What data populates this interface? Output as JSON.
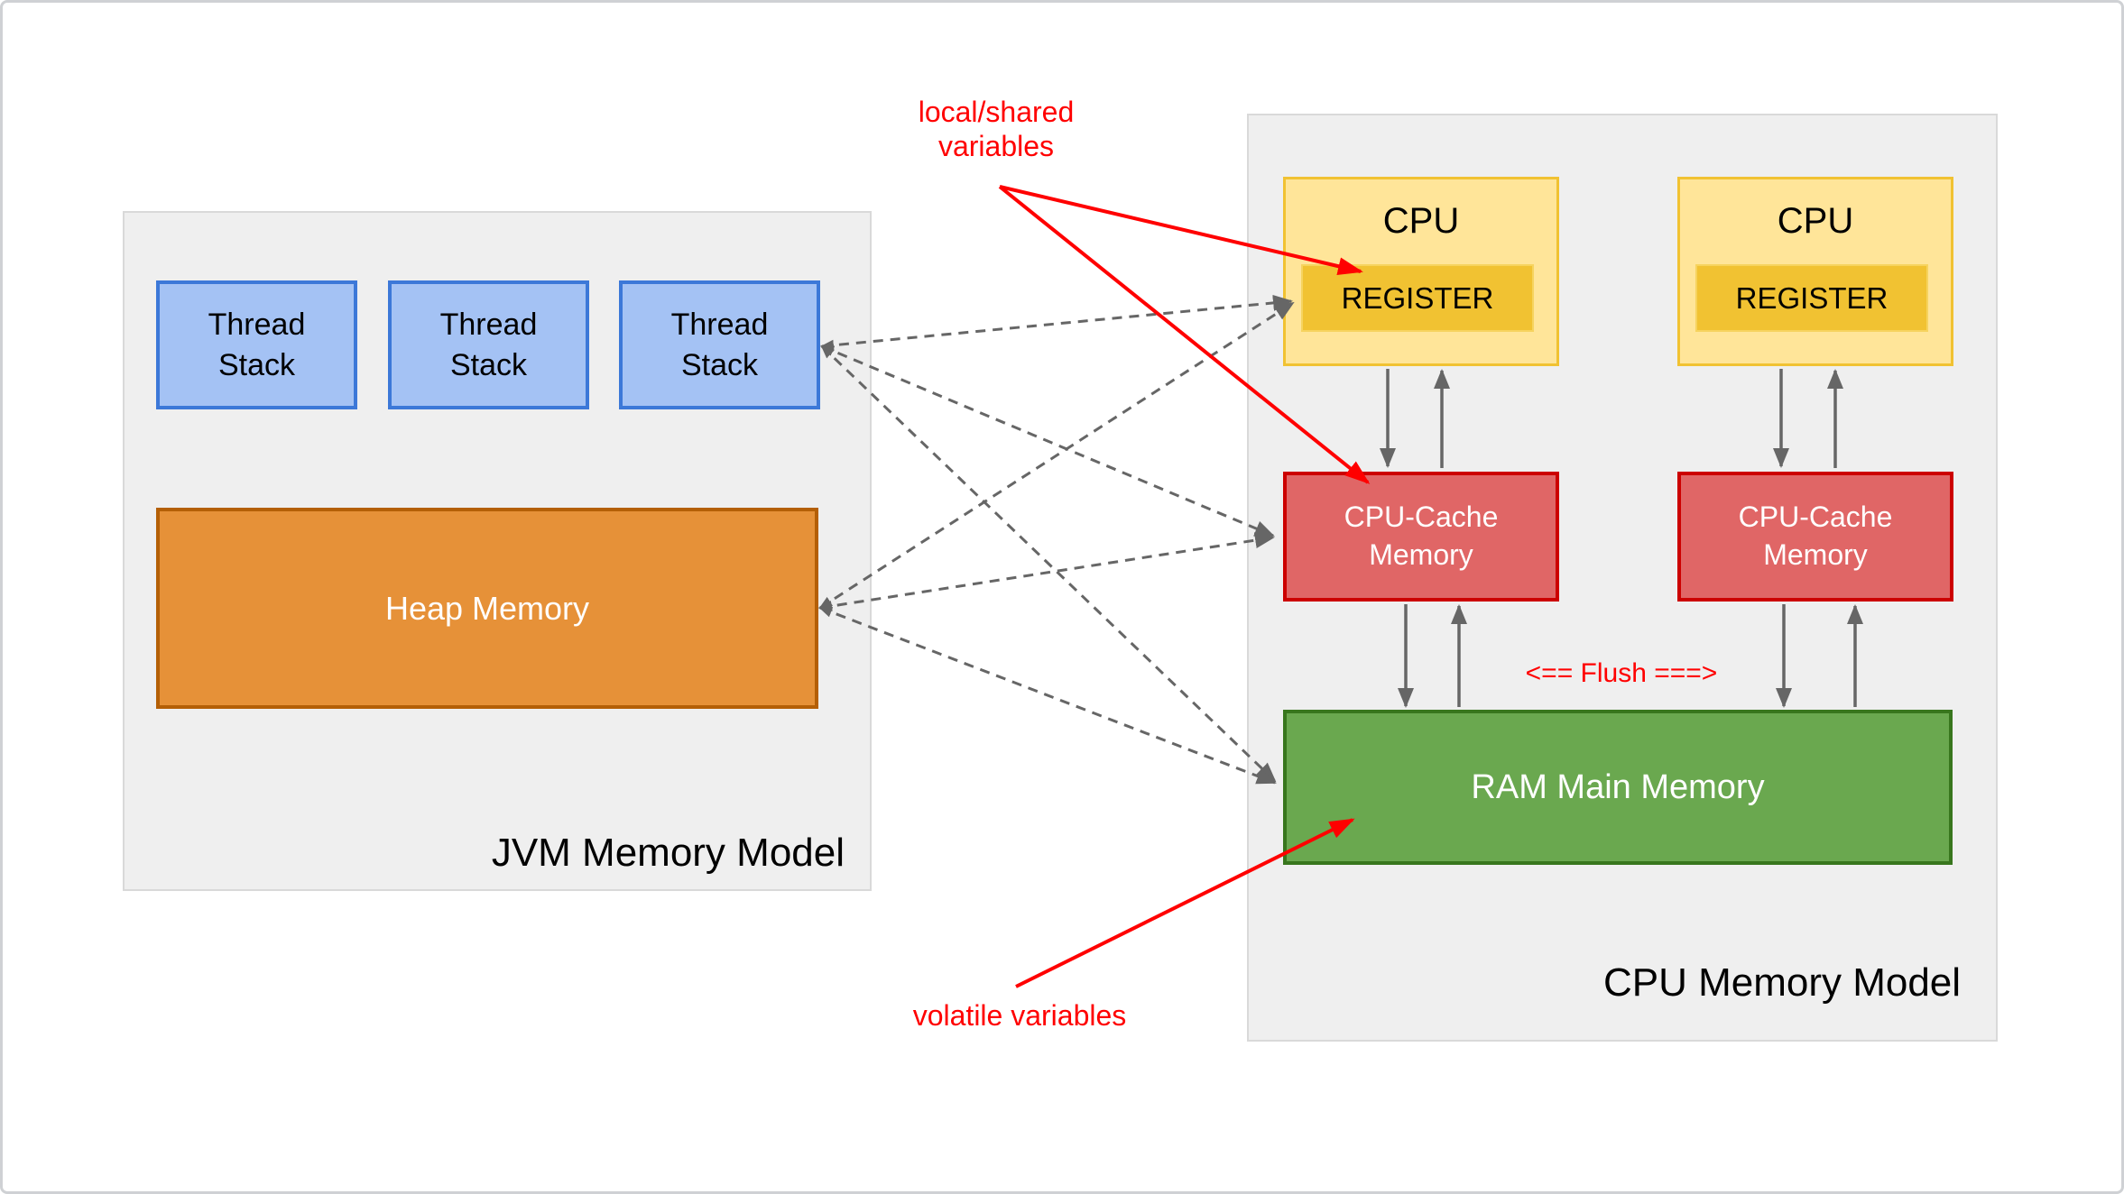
{
  "jvm": {
    "title": "JVM Memory Model",
    "thread_stacks": [
      "Thread Stack",
      "Thread Stack",
      "Thread Stack"
    ],
    "heap_label": "Heap Memory"
  },
  "cpu": {
    "title": "CPU Memory Model",
    "cpu_label": "CPU",
    "register_label": "REGISTER",
    "cache_label": "CPU-Cache Memory",
    "ram_label": "RAM Main Memory",
    "flush_label": "<== Flush ===>"
  },
  "annotations": {
    "local_shared_label": "local/shared variables",
    "volatile_label": "volatile variables"
  },
  "colors": {
    "panel_bg": "#efefef",
    "panel_border": "#d9d9d9",
    "thread_fill": "#a4c2f4",
    "thread_border": "#3c78d8",
    "heap_fill": "#e69138",
    "heap_border": "#b45f06",
    "cpu_fill": "#ffe599",
    "cpu_border": "#f1c232",
    "register_fill": "#f1c232",
    "cache_fill": "#e06666",
    "cache_border": "#cc0000",
    "ram_fill": "#6aa84f",
    "ram_border": "#38761d",
    "arrow_gray": "#666666",
    "annotation_red": "#ff0000"
  }
}
